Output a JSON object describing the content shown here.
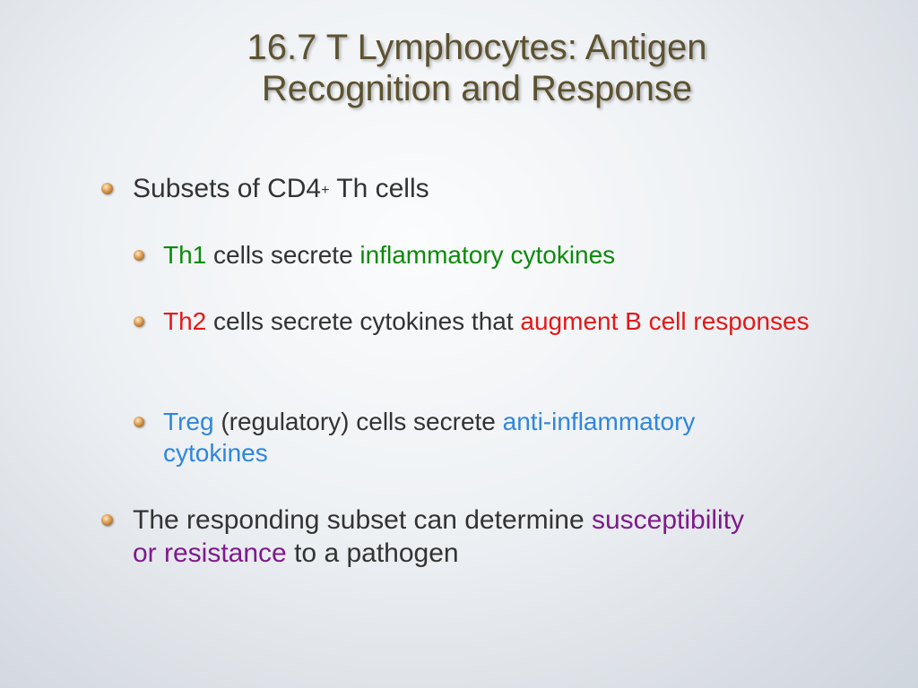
{
  "title": {
    "line1": "16.7 T Lymphocytes: Antigen",
    "line2": "Recognition and Response"
  },
  "bullets": {
    "b1": {
      "text": "Subsets of CD4",
      "sup": "+",
      "rest": " Th cells"
    },
    "b1_1": {
      "a": "Th1",
      "b": " cells secrete ",
      "c": "inflammatory cytokines"
    },
    "b1_2": {
      "a": "Th2",
      "b": " cells secrete cytokines that ",
      "c": "augment B cell responses"
    },
    "b1_3": {
      "a": "Treg",
      "b": " (regulatory) cells secrete ",
      "c": "anti-inflammatory cytokines"
    },
    "b2": {
      "a": "The responding subset can determine ",
      "b": "susceptibility or resistance",
      "c": " to a pathogen"
    }
  },
  "colors": {
    "title": "#5d5230",
    "body": "#333333",
    "th1": "#0c8a0c",
    "th2": "#e31818",
    "treg": "#2e86de",
    "emphasis": "#7e1a8c",
    "bullet": "#d99a4d"
  },
  "icons": {
    "bullet": "orange-sphere-bullet-icon"
  }
}
